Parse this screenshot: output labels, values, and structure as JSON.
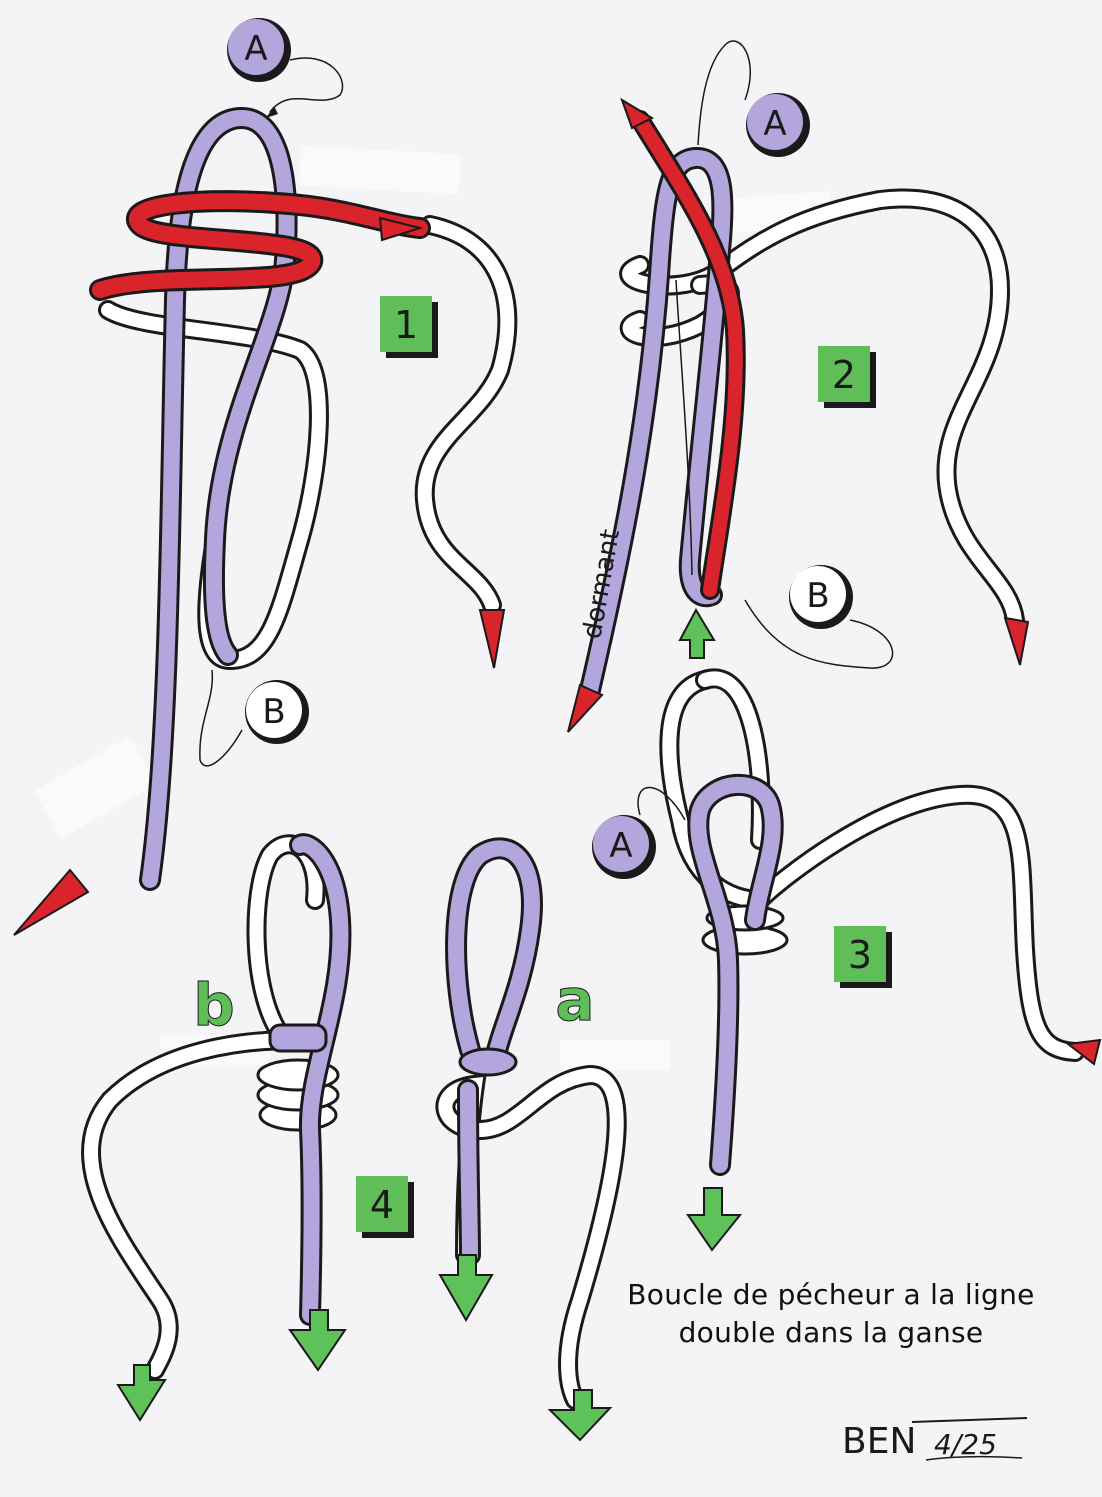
{
  "labels": {
    "point_a": "A",
    "point_b": "B",
    "step_1": "1",
    "step_2": "2",
    "step_3": "3",
    "step_4": "4",
    "variant_b": "b",
    "variant_a": "a",
    "standing_part": "dormant"
  },
  "caption": {
    "line1": "Boucle de pécheur a la ligne",
    "line2": "double  dans la ganse"
  },
  "signature": {
    "name": "BEN",
    "date": "4/25"
  },
  "colors": {
    "purple_rope": "#b3a6dc",
    "white_rope": "#ffffff",
    "red_working_end": "#d8242a",
    "green_arrow": "#5fc15a",
    "green_box": "#5fbe58",
    "outline": "#1a1a1a"
  }
}
